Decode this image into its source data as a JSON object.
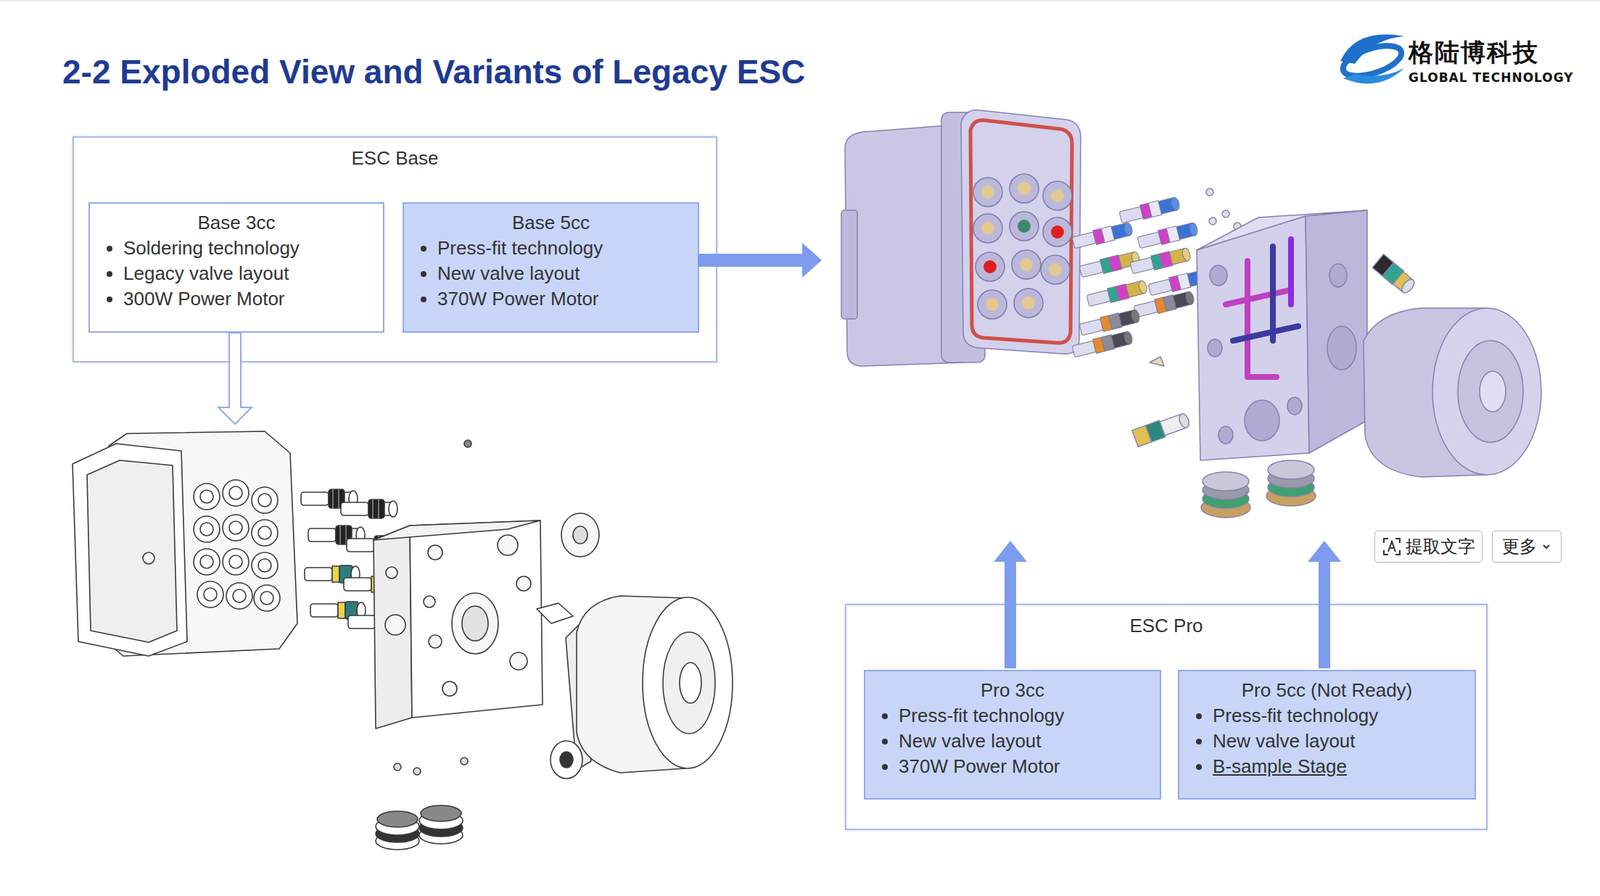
{
  "diagram": {
    "title": "2-2 Exploded View and Variants of Legacy ESC",
    "nodes": [
      {
        "text": [
          "ESC Base"
        ]
      },
      {
        "text": [
          "Base 3cc",
          "Soldering technology",
          "Legacy valve layout",
          "300W Power Motor"
        ],
        "in": 0
      },
      {
        "text": [
          "Base 5cc",
          "Press-fit technology",
          "New valve layout",
          "370W Power Motor"
        ],
        "in": 0
      },
      {
        "text": [
          "提取文字"
        ]
      },
      {
        "text": [
          "更多"
        ]
      },
      {
        "text": [
          "ESC Pro"
        ]
      },
      {
        "text": [
          "Pro 3cc",
          "Press-fit technology",
          "New valve layout",
          "370W Power Motor"
        ],
        "in": 5
      },
      {
        "text": [
          "Pro 5cc (Not Ready)",
          "Press-fit technology",
          "New valve layout",
          "B-sample Stage"
        ],
        "in": 5
      }
    ],
    "labels": [
      "格陆博科技",
      "GLOBAL TECHNOLOGY"
    ]
  }
}
